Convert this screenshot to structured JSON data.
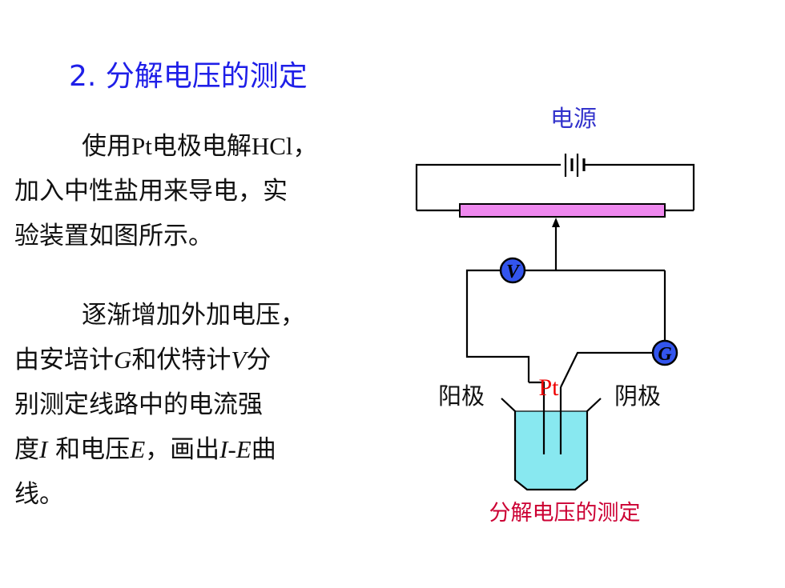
{
  "slide": {
    "title": "2. 分解电压的测定",
    "paragraph1": {
      "line1_a": "使用",
      "line1_b": "Pt",
      "line1_c": "电极电解",
      "line1_d": "HCl",
      "line1_e": "，",
      "line2": "加入中性盐用来导电，实",
      "line3": "验装置如图所示。"
    },
    "paragraph2": {
      "line1": "逐渐增加外加电压，",
      "line2_a": "由安培计",
      "line2_b": "G",
      "line2_c": "和伏特计",
      "line2_d": "V",
      "line2_e": "分",
      "line3": "别测定线路中的电流强",
      "line4_a": "度",
      "line4_b": "I",
      "line4_c": " 和电压",
      "line4_d": "E",
      "line4_e": "，画出",
      "line4_f": "I-E",
      "line4_g": "曲",
      "line5": "线。"
    }
  },
  "diagram": {
    "power_label": "电源",
    "voltmeter_symbol": "V",
    "galvanometer_symbol": "G",
    "electrode_label": "Pt",
    "anode_label": "阳极",
    "cathode_label": "阴极",
    "caption": "分解电压的测定",
    "colors": {
      "title_blue": "#1f1fe8",
      "power_label": "#3333cc",
      "rheostat": "#ee88ee",
      "meter_fill": "#3355ee",
      "electrode_label": "#ee0000",
      "solution": "#88e8f0",
      "caption": "#cc0033"
    }
  }
}
